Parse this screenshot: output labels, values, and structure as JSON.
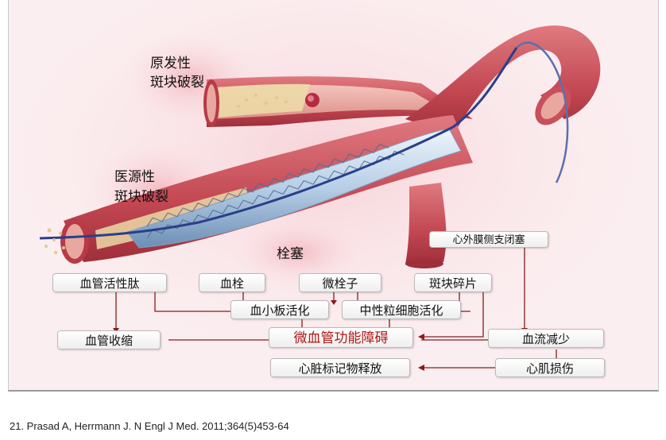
{
  "illustration": {
    "labels": {
      "primary_rupture_line1": "原发性",
      "primary_rupture_line2": "斑块破裂",
      "iatrogenic_rupture_line1": "医源性",
      "iatrogenic_rupture_line2": "斑块破裂",
      "embolism": "栓塞"
    }
  },
  "flowchart": {
    "vasoactive_peptide": "血管活性肽",
    "thrombus": "血栓",
    "microemboli": "微栓子",
    "plaque_debris": "斑块碎片",
    "side_branch_occlusion": "心外膜侧支闭塞",
    "platelet_activation": "血小板活化",
    "neutrophil_activation": "中性粒细胞活化",
    "vasoconstriction": "血管收缩",
    "microvascular_dysfunction": "微血管功能障碍",
    "reduced_blood_flow": "血流减少",
    "cardiac_marker_release": "心脏标记物释放",
    "myocardial_injury": "心肌损伤"
  },
  "citation": "21.  Prasad A, Herrmann J. N Engl J Med. 2011;364(5)453-64",
  "colors": {
    "vessel_wall": "#c8505a",
    "vessel_lumen": "#e8a8a0",
    "plaque": "#ecd9a6",
    "stent": "#b8cfe6",
    "guidewire": "#2a3f8a",
    "arrow": "#8b1a1a",
    "highlight_text": "#b01818"
  }
}
